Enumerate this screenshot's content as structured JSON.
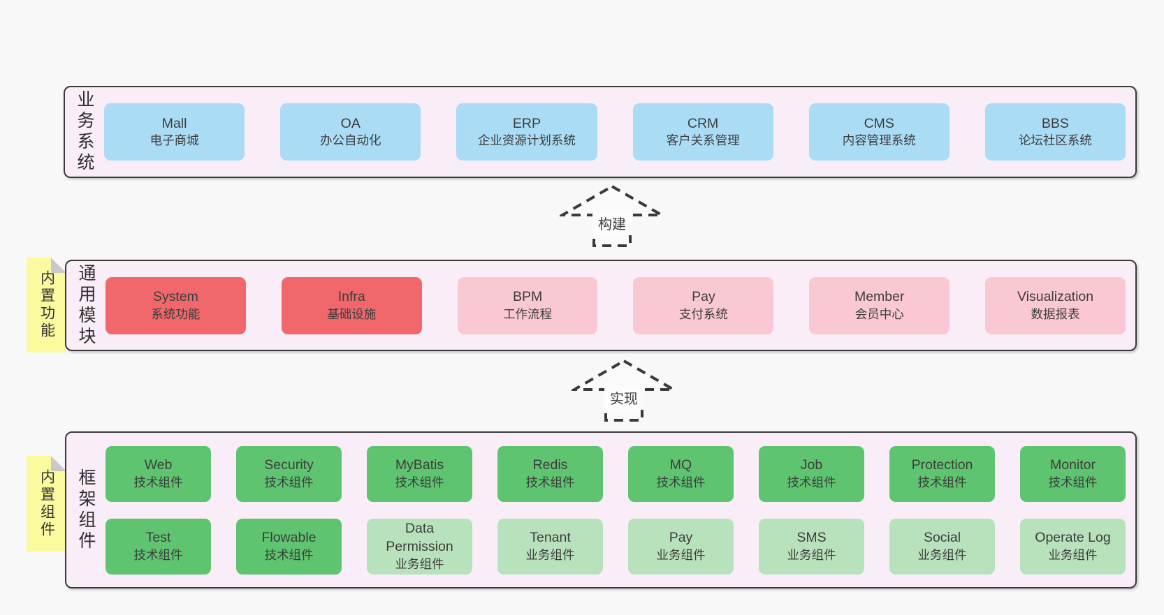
{
  "colors": {
    "page_bg": "#f8f8f8",
    "panel_bg": "#f9eef8",
    "border": "#3a3a3a",
    "blue": "#aadcf5",
    "red": "#f0686c",
    "pink": "#fac8d3",
    "green": "#5ec470",
    "light_green": "#b8e2bc",
    "sticky_yellow": "#fbfa9e"
  },
  "stickies": [
    {
      "label": "内置功能"
    },
    {
      "label": "内置组件"
    }
  ],
  "arrows": [
    {
      "label": "构建"
    },
    {
      "label": "实现"
    }
  ],
  "sections": [
    {
      "label": "业务系统",
      "rows": [
        [
          {
            "en": "Mall",
            "zh": "电子商城",
            "type": "blue"
          },
          {
            "en": "OA",
            "zh": "办公自动化",
            "type": "blue"
          },
          {
            "en": "ERP",
            "zh": "企业资源计划系统",
            "type": "blue"
          },
          {
            "en": "CRM",
            "zh": "客户关系管理",
            "type": "blue"
          },
          {
            "en": "CMS",
            "zh": "内容管理系统",
            "type": "blue"
          },
          {
            "en": "BBS",
            "zh": "论坛社区系统",
            "type": "blue"
          }
        ]
      ]
    },
    {
      "label": "通用模块",
      "rows": [
        [
          {
            "en": "System",
            "zh": "系统功能",
            "type": "red"
          },
          {
            "en": "Infra",
            "zh": "基础设施",
            "type": "red"
          },
          {
            "en": "BPM",
            "zh": "工作流程",
            "type": "pink"
          },
          {
            "en": "Pay",
            "zh": "支付系统",
            "type": "pink"
          },
          {
            "en": "Member",
            "zh": "会员中心",
            "type": "pink"
          },
          {
            "en": "Visualization",
            "zh": "数据报表",
            "type": "pink"
          }
        ]
      ]
    },
    {
      "label": "框架组件",
      "rows": [
        [
          {
            "en": "Web",
            "zh": "技术组件",
            "type": "green"
          },
          {
            "en": "Security",
            "zh": "技术组件",
            "type": "green"
          },
          {
            "en": "MyBatis",
            "zh": "技术组件",
            "type": "green"
          },
          {
            "en": "Redis",
            "zh": "技术组件",
            "type": "green"
          },
          {
            "en": "MQ",
            "zh": "技术组件",
            "type": "green"
          },
          {
            "en": "Job",
            "zh": "技术组件",
            "type": "green"
          },
          {
            "en": "Protection",
            "zh": "技术组件",
            "type": "green"
          },
          {
            "en": "Monitor",
            "zh": "技术组件",
            "type": "green"
          }
        ],
        [
          {
            "en": "Test",
            "zh": "技术组件",
            "type": "green"
          },
          {
            "en": "Flowable",
            "zh": "技术组件",
            "type": "green"
          },
          {
            "en": "Data Permission",
            "zh": "业务组件",
            "type": "light_green"
          },
          {
            "en": "Tenant",
            "zh": "业务组件",
            "type": "light_green"
          },
          {
            "en": "Pay",
            "zh": "业务组件",
            "type": "light_green"
          },
          {
            "en": "SMS",
            "zh": "业务组件",
            "type": "light_green"
          },
          {
            "en": "Social",
            "zh": "业务组件",
            "type": "light_green"
          },
          {
            "en": "Operate Log",
            "zh": "业务组件",
            "type": "light_green"
          }
        ]
      ]
    }
  ]
}
